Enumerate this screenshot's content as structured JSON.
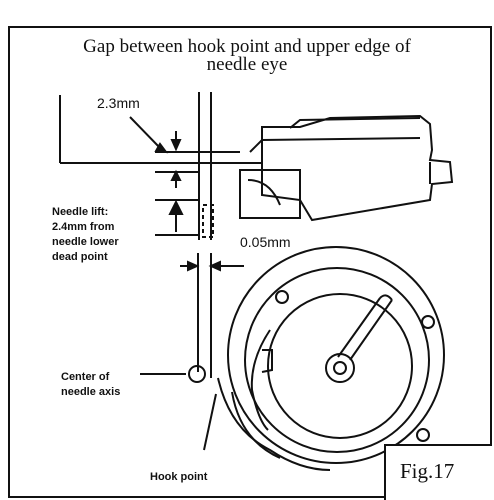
{
  "title": {
    "line1": "Gap between hook point and upper edge of",
    "line2": "needle eye"
  },
  "labels": {
    "gap_dim": "2.3mm",
    "needle_lift": [
      "Needle lift:",
      "2.4mm from",
      "needle lower",
      "dead point"
    ],
    "clearance_dim": "0.05mm",
    "center_axis": [
      "Center of",
      "needle axis"
    ],
    "hook_point": "Hook point",
    "figure": "Fig.17"
  }
}
